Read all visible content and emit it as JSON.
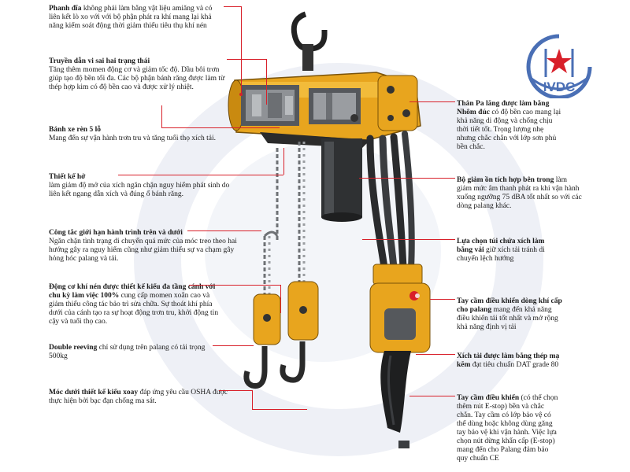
{
  "logo": {
    "text": "IVDC",
    "colors": {
      "ring": "#4a6fb5",
      "star": "#d8202a"
    }
  },
  "annotations": {
    "brake": {
      "title": "Phanh đĩa",
      "body": " không phải làm bằng vật liệu amiăng và có liên kết lò xo với với bộ phận phát ra khí mang lại khả năng kiểm soát động thời giảm thiểu tiêu thụ khí nén"
    },
    "gearbox": {
      "title": "Truyền dẫn vi sai hai trạng thái",
      "body": "Tăng thêm momen động cơ và giảm tốc độ. Dầu bôi trơn giúp tạo độ bền tối đa. Các bộ phận bánh răng được làm từ thép hợp kim có độ bền cao và được xử lý nhiệt."
    },
    "sprocket": {
      "title": "Bánh xe rèn 5 lỗ",
      "body": "Mang đến sự vận hành trơn tru và tăng tuổi thọ xích tải."
    },
    "open_design": {
      "title": "Thiết kế hở",
      "body": "làm giảm độ mở của xích ngăn chặn nguy hiểm phát sinh do liên kết ngang dẫn xích và đúng ổ bánh răng."
    },
    "limit_switch": {
      "title": "Công tắc giới hạn hành trình trên và dưới",
      "body": "Ngăn chặn tình trạng di chuyển quá mức của móc treo theo hai hướng gây ra nguy hiểm cũng như giảm thiểu sự va chạm gây hỏng hóc palang và tải."
    },
    "motor": {
      "title": "Động cơ khí nén được thiết kế kiểu đa tầng cánh với chu kỳ làm việc 100%",
      "body": " cung cấp momen xoắn cao và giảm thiểu công tác bảo trì sửa chữa. Sự thoát khí phía dưới của cánh tạo ra sự hoạt động trơn tru, khởi động tin cậy và tuổi thọ cao."
    },
    "double_reeving": {
      "title": "Double reeving",
      "body": " chỉ sử dụng trên palang có tải trọng 500kg"
    },
    "hook": {
      "title": "Móc dưới thiết kế kiểu xoay",
      "body": " đáp ứng yêu cầu OSHA được thực hiện bởi bạc đạn chống ma sát."
    },
    "body_frame": {
      "title": "Thân Pa lăng được làm bằng Nhôm đúc",
      "body": " có độ bền cao mang lại khả năng di động và chống chịu thời tiết tốt. Trọng lượng nhẹ nhưng chắc chắn với lớp sơn phủ bền chắc."
    },
    "muffler": {
      "title": "Bộ giảm ồn tích hợp bên trong",
      "body": " làm giảm mức âm thanh phát ra khi vận hành xuống ngưỡng 75 dBA tốt nhất so với các dòng palang khác."
    },
    "chain_bag": {
      "title": "Lựa chọn túi chứa xích làm bằng vải",
      "body": " giữ xích tải tránh di chuyển lệch hướng"
    },
    "pendant_option": {
      "title": "Tay cầm điều khiển dòng khí cấp cho palang",
      "body": " mang đến khả năng điều khiển tải tốt nhất và mở rộng khả năng định vị tải"
    },
    "load_chain": {
      "title": "Xích tải được làm bằng thép mạ kẽm",
      "body": " đạt tiêu chuẩn DAT grade 80"
    },
    "pendant": {
      "title": "Tay cầm điều khiển",
      "body": " (có thể chọn thêm nút E-stop) bền và chắc chắn. Tay cầm có lớp bảo vệ có thể dùng hoặc không dùng găng tay bảo vệ khi vận hành. Việc lựa chọn nút dừng khẩn cấp (E-stop) mang đến cho Palang đảm bảo quy chuẩn CE"
    }
  }
}
